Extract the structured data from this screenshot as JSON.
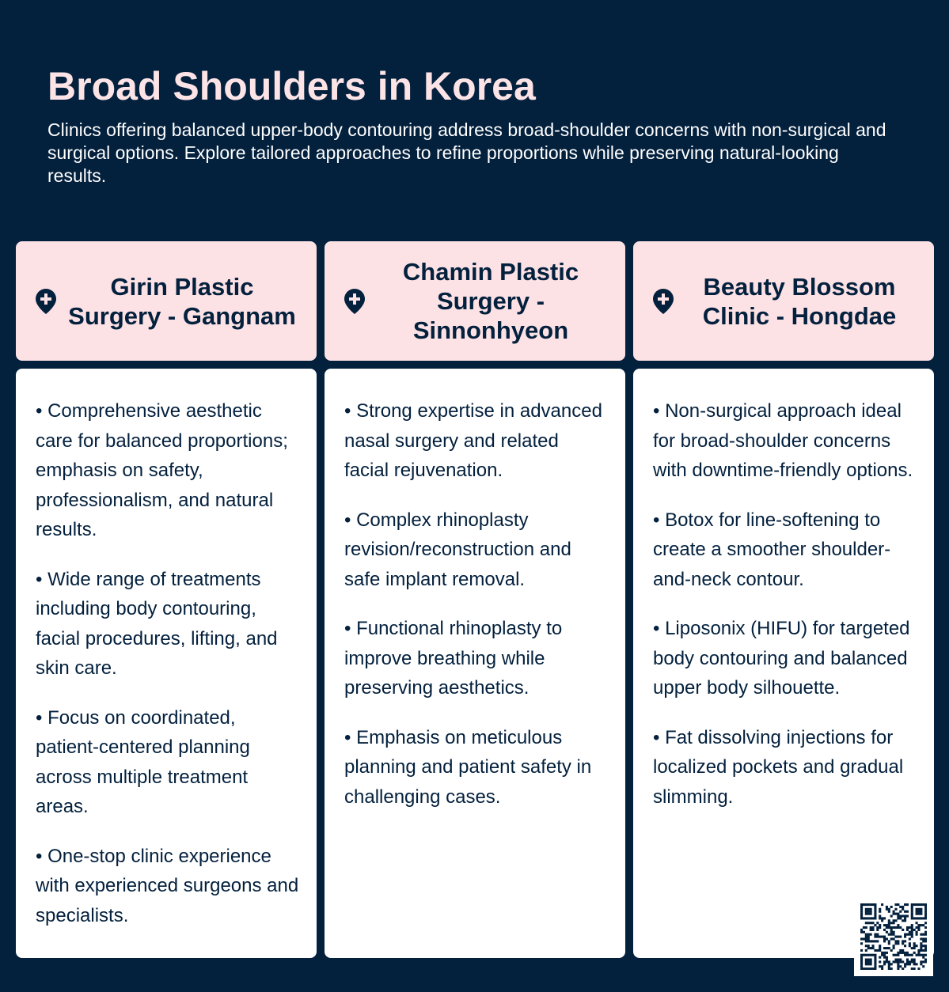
{
  "page": {
    "title": "Broad Shoulders in Korea",
    "subtitle": "Clinics offering balanced upper-body contouring address broad-shoulder concerns with non-surgical and surgical options. Explore tailored approaches to refine proportions while preserving natural-looking results."
  },
  "colors": {
    "background": "#03203d",
    "card_header": "#fde2e5",
    "card_body": "#ffffff",
    "title": "#fbe3e6"
  },
  "clinics": [
    {
      "name": "Girin Plastic Surgery - Gangnam",
      "icon": "map-pin-plus-icon",
      "points": [
        "• Comprehensive aesthetic care for balanced proportions; emphasis on safety, professionalism, and natural results.",
        "• Wide range of treatments including body contouring, facial procedures, lifting, and skin care.",
        "• Focus on coordinated, patient-centered planning across multiple treatment areas.",
        "• One-stop clinic experience with experienced surgeons and specialists."
      ]
    },
    {
      "name": "Chamin Plastic Surgery - Sinnonhyeon",
      "icon": "map-pin-plus-icon",
      "points": [
        "• Strong expertise in advanced nasal surgery and related facial rejuvenation.",
        "• Complex rhinoplasty revision/reconstruction and safe implant removal.",
        "• Functional rhinoplasty to improve breathing while preserving aesthetics.",
        "• Emphasis on meticulous planning and patient safety in challenging cases."
      ]
    },
    {
      "name": "Beauty Blossom Clinic - Hongdae",
      "icon": "map-pin-plus-icon",
      "points": [
        "• Non-surgical approach ideal for broad-shoulder concerns with downtime-friendly options.",
        "• Botox for line-softening to create a smoother shoulder-and-neck contour.",
        "• Liposonix (HIFU) for targeted body contouring and balanced upper body silhouette.",
        "• Fat dissolving injections for localized pockets and gradual slimming."
      ]
    }
  ],
  "qr": {
    "icon": "qr-code-icon"
  }
}
